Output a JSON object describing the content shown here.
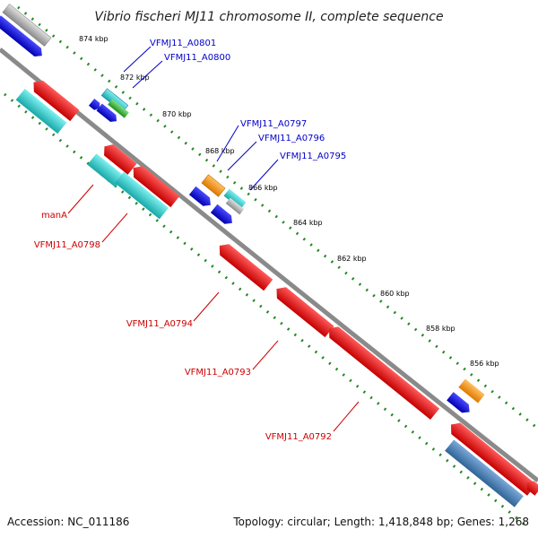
{
  "title": "Vibrio fischeri MJ11 chromosome II, complete sequence",
  "footer": {
    "accession": "Accession: NC_011186",
    "summary": "Topology: circular; Length: 1,418,848 bp; Genes: 1,268"
  },
  "ticks": [
    {
      "label": "874 kbp",
      "kbp": 874
    },
    {
      "label": "872 kbp",
      "kbp": 872
    },
    {
      "label": "870 kbp",
      "kbp": 870
    },
    {
      "label": "868 kbp",
      "kbp": 868
    },
    {
      "label": "866 kbp",
      "kbp": 866
    },
    {
      "label": "864 kbp",
      "kbp": 864
    },
    {
      "label": "862 kbp",
      "kbp": 862
    },
    {
      "label": "860 kbp",
      "kbp": 860
    },
    {
      "label": "858 kbp",
      "kbp": 858
    },
    {
      "label": "856 kbp",
      "kbp": 856
    }
  ],
  "gene_labels": {
    "forward": [
      "VFMJ11_A0801",
      "VFMJ11_A0800",
      "VFMJ11_A0797",
      "VFMJ11_A0796",
      "VFMJ11_A0795"
    ],
    "reverse": [
      "manA",
      "VFMJ11_A0798",
      "VFMJ11_A0794",
      "VFMJ11_A0793",
      "VFMJ11_A0792"
    ]
  },
  "colors": {
    "backbone": "#8a8a8a",
    "reverse_cds": "#ee1111",
    "forward_cds": "#1111dd",
    "cyan_feature": "#22cccc",
    "orange_feature": "#ff9900",
    "steel_feature": "#4682b4",
    "gray_feature": "#aaaaaa",
    "green_feature": "#33bb33",
    "tick_dots": "#228822",
    "forward_label": "#0000cc",
    "reverse_label": "#cc0000"
  }
}
